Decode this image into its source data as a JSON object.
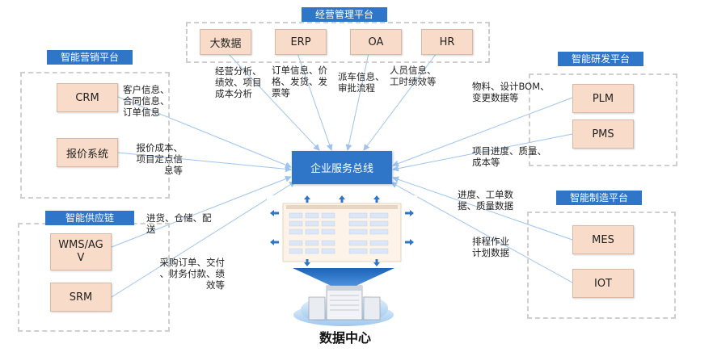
{
  "platforms": {
    "operations": {
      "title": "经营管理平台"
    },
    "marketing": {
      "title": "智能营销平台"
    },
    "rd": {
      "title": "智能研发平台"
    },
    "supply": {
      "title": "智能供应链"
    },
    "manufacturing": {
      "title": "智能制造平台"
    }
  },
  "systems": {
    "bigdata": "大数据",
    "erp": "ERP",
    "oa": "OA",
    "hr": "HR",
    "crm": "CRM",
    "quote": "报价系统",
    "plm": "PLM",
    "pms": "PMS",
    "wms": [
      "WMS/AG",
      "V"
    ],
    "srm": "SRM",
    "mes": "MES",
    "iot": "IOT"
  },
  "notes": {
    "bigdata": [
      "经营分析、",
      "绩效、项目",
      "成本分析"
    ],
    "erp": [
      "订单信息、价",
      "格、发货、发",
      "票等"
    ],
    "oa": [
      "派车信息、",
      "审批流程"
    ],
    "hr": [
      "人员信息、",
      "工时绩效等"
    ],
    "crm": [
      "客户信息、",
      "合同信息、",
      "订单信息"
    ],
    "quote": [
      "报价成本、",
      "项目定点信",
      "息等"
    ],
    "plm": [
      "物料、设计BOM、",
      "变更数据等"
    ],
    "pms": [
      "项目进度、质量、",
      "成本等"
    ],
    "wms": [
      "进货、仓储、配",
      "送"
    ],
    "srm": [
      "采购订单、交付",
      "、财务付款、绩",
      "效等"
    ],
    "mes": [
      "进度、工单数",
      "据、质量数据"
    ],
    "iot": [
      "排程作业",
      "计划数据"
    ]
  },
  "center": {
    "bus": "企业服务总线",
    "datacenter": "数据中心"
  },
  "colors": {
    "accent": "#2f75c8",
    "system_fill": "#f8dcc9",
    "line": "#9dc3ee"
  }
}
